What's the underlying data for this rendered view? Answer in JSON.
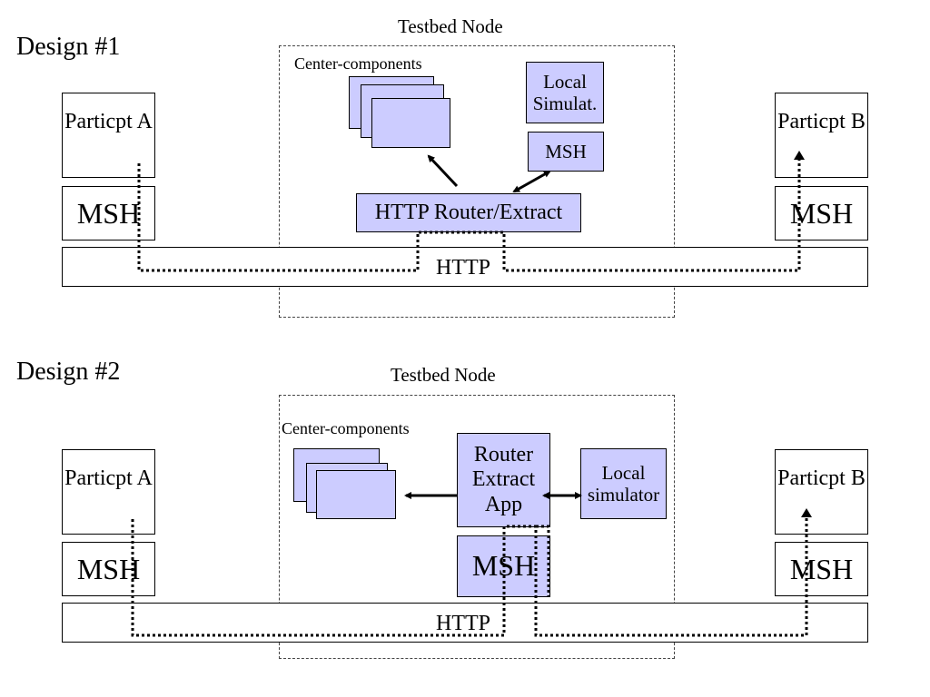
{
  "design1": {
    "title": "Design #1",
    "node_label": "Testbed Node",
    "center_label": "Center-components",
    "local_sim": "Local Simulat.",
    "msh_inner": "MSH",
    "router": "HTTP Router/Extract",
    "participant_a": "Particpt A",
    "participant_b": "Particpt B",
    "msh_a": "MSH",
    "msh_b": "MSH",
    "http": "HTTP"
  },
  "design2": {
    "title": "Design #2",
    "node_label": "Testbed Node",
    "center_label": "Center-components",
    "router": "Router Extract App",
    "msh_inner": "MSH",
    "local_sim": "Local simulator",
    "participant_a": "Particpt A",
    "participant_b": "Particpt B",
    "msh_a": "MSH",
    "msh_b": "MSH",
    "http": "HTTP"
  },
  "colors": {
    "component_fill": "#ccccff",
    "line": "#000000",
    "node_border": "#444444"
  }
}
